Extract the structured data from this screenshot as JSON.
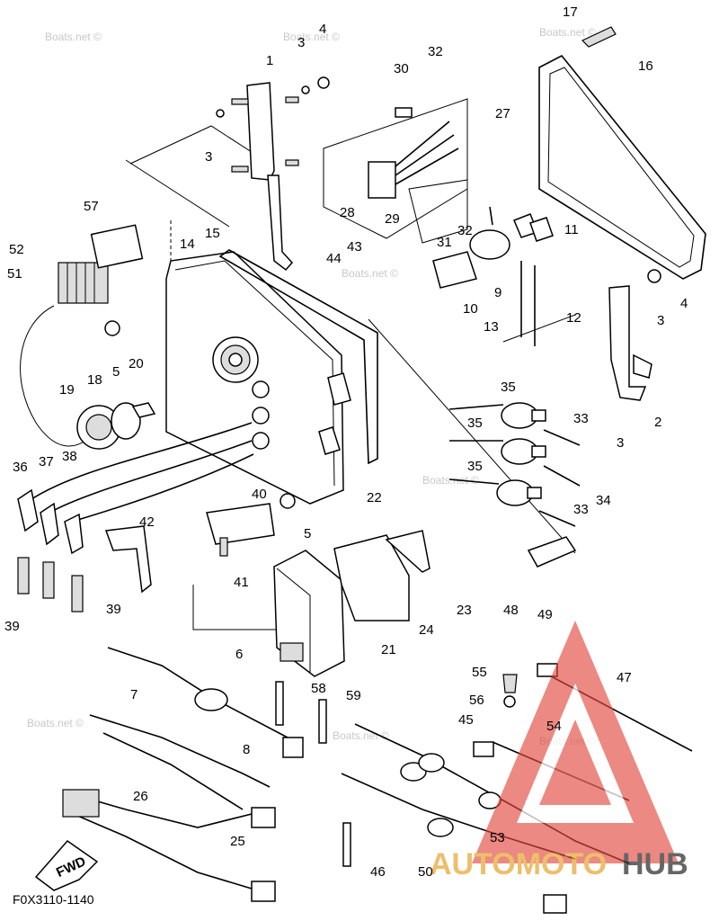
{
  "diagram_code": "F0X3110-1140",
  "fwd_label": "FWD",
  "watermark_text": "Boats.net ©",
  "brand": {
    "part1": "AUTOMOTO",
    "part2": "HUB",
    "color_red": "#e0463c",
    "color_gold": "#e8a93a",
    "color_dark": "#333333"
  },
  "callouts": [
    "1",
    "2",
    "3",
    "4",
    "5",
    "6",
    "7",
    "8",
    "9",
    "10",
    "11",
    "12",
    "13",
    "14",
    "15",
    "16",
    "17",
    "18",
    "19",
    "20",
    "21",
    "22",
    "23",
    "24",
    "25",
    "26",
    "27",
    "28",
    "29",
    "30",
    "31",
    "32",
    "33",
    "34",
    "35",
    "36",
    "37",
    "38",
    "39",
    "40",
    "41",
    "42",
    "43",
    "44",
    "45",
    "46",
    "47",
    "48",
    "49",
    "50",
    "51",
    "52",
    "53",
    "54",
    "55",
    "56",
    "57",
    "58",
    "59"
  ]
}
